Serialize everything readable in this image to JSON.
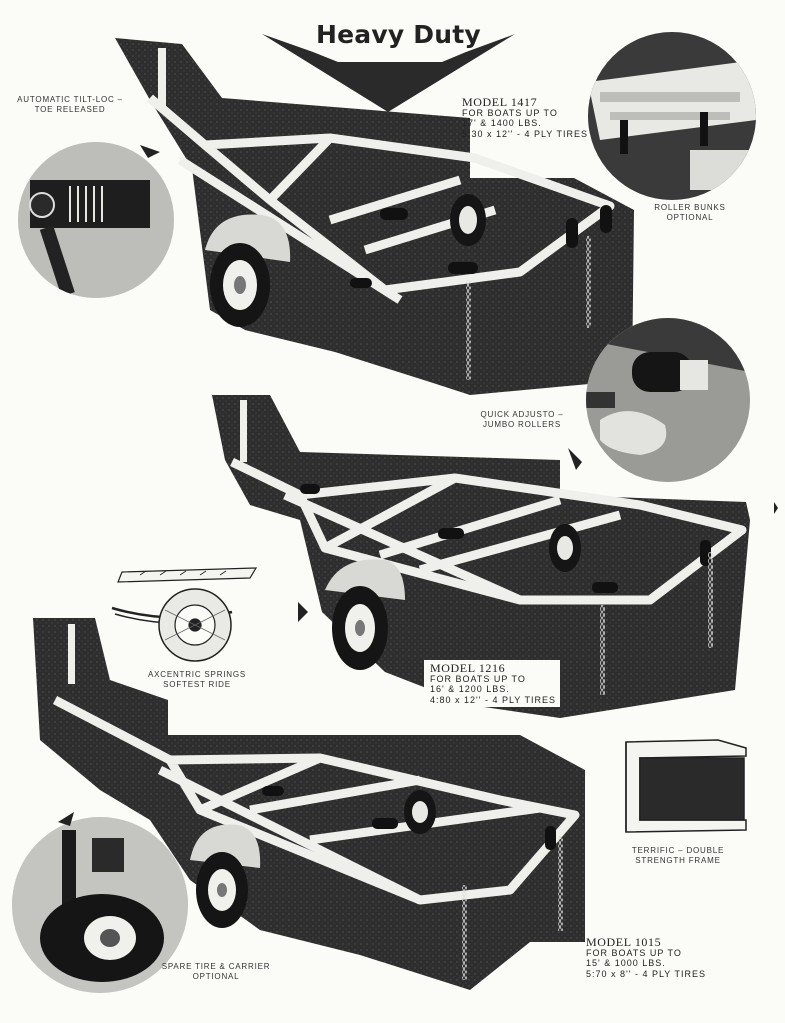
{
  "page": {
    "title": "Heavy Duty"
  },
  "models": [
    {
      "name": "MODEL 1417",
      "line1": "FOR BOATS UP TO",
      "line2": "17' & 1400 LBS.",
      "line3": "5:30 x 12'' - 4 PLY TIRES"
    },
    {
      "name": "MODEL 1216",
      "line1": "FOR BOATS UP TO",
      "line2": "16' & 1200 LBS.",
      "line3": "4:80 x 12'' - 4 PLY TIRES"
    },
    {
      "name": "MODEL 1015",
      "line1": "FOR BOATS UP TO",
      "line2": "15' & 1000 LBS.",
      "line3": "5:70 x 8'' - 4 PLY TIRES"
    }
  ],
  "captions": {
    "tiltloc": [
      "AUTOMATIC TILT-LOC –",
      "TOE RELEASED"
    ],
    "roller_bunks": [
      "ROLLER BUNKS",
      "OPTIONAL"
    ],
    "jumbo": [
      "QUICK ADJUSTO –",
      "JUMBO ROLLERS"
    ],
    "springs": [
      "AXCENTRIC  SPRINGS",
      "SOFTEST RIDE"
    ],
    "frame": [
      "TERRIFIC – DOUBLE",
      "STRENGTH FRAME"
    ],
    "spare": [
      "SPARE TIRE & CARRIER",
      "OPTIONAL"
    ]
  },
  "colors": {
    "photo_dark": "#2b2b2b",
    "frame_white": "#f2f2ee",
    "paper": "#fbfbf8"
  }
}
